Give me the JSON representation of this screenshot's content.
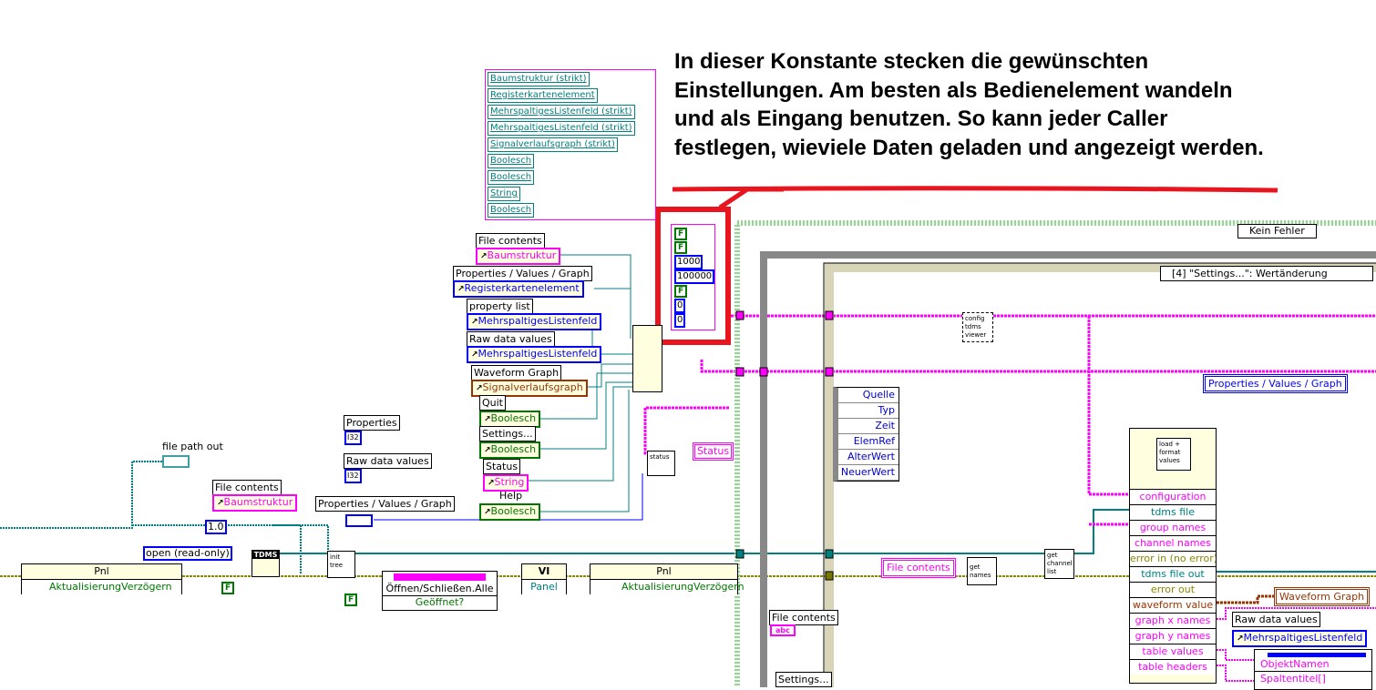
{
  "annotation": "In dieser Konstante stecken die gewünschten Einstellungen. Am besten als Bedienelement wandeln und als Eingang benutzen. So kann jeder Caller festlegen, wieviele Daten geladen und angezeigt werden.",
  "ref_array": [
    "Baumstruktur (strikt)",
    "Registerkartenelement",
    "MehrspaltigesListenfeld (strikt)",
    "MehrspaltigesListenfeld (strikt)",
    "Signalverlaufsgraph (strikt)",
    "Boolesch",
    "Boolesch",
    "String",
    "Boolesch"
  ],
  "config_constant": {
    "bool1": "F",
    "bool2": "F",
    "num1": "1000",
    "num2": "100000",
    "bool3": "F",
    "num3": "0",
    "num4": "0"
  },
  "refs": [
    {
      "label": "File contents",
      "type": "Baumstruktur"
    },
    {
      "label": "Properties / Values / Graph",
      "type": "Registerkartenelement"
    },
    {
      "label": "property list",
      "type": "MehrspaltigesListenfeld"
    },
    {
      "label": "Raw data values",
      "type": "MehrspaltigesListenfeld"
    },
    {
      "label": "Waveform Graph",
      "type": "Signalverlaufsgraph"
    },
    {
      "label": "Quit",
      "type": "Boolesch"
    },
    {
      "label": "Settings...",
      "type": "Boolesch"
    },
    {
      "label": "Status",
      "type": "String"
    },
    {
      "label": "Help",
      "type": "Boolesch"
    }
  ],
  "locals": {
    "properties": "Properties",
    "properties_type": "I32",
    "raw": "Raw data values",
    "raw_type": "I32",
    "pvg": "Properties / Values / Graph"
  },
  "left": {
    "file_path_out": "file path out",
    "file_contents": "File contents",
    "file_contents_type": "Baumstruktur",
    "version": "1.0",
    "open_mode": "open (read-only)",
    "tdms": "TDMS",
    "init_tree": "init tree",
    "pnl": "Pnl",
    "pnl_prop": "AktualisierungVerzögern",
    "bool_f": "F",
    "open_close": "Öffnen/Schließen.Alle",
    "opened": "Geöffnet?",
    "vi": "VI",
    "panel": "Panel",
    "pnl2": "Pnl",
    "pnl2_prop": "AktualisierungVerzögern",
    "status_node": "status",
    "status_ind": "Status"
  },
  "case_selector": "Kein Fehler",
  "event_selector": "[4] \"Settings...\": Wertänderung",
  "config_node": "config tdms viewer",
  "event_data": [
    "Quelle",
    "Typ",
    "Zeit",
    "ElemRef",
    "AlterWert",
    "NeuerWert"
  ],
  "pvg_indicator": "Properties / Values / Graph",
  "file_contents_local": "File contents",
  "file_contents_local_type": "abc",
  "file_contents_ind": "File contents",
  "get_names": "get names",
  "get_channel_list": "get channel list",
  "settings_label": "Settings...",
  "load_format": {
    "title": "load + format values",
    "terminals": [
      "configuration",
      "tdms file",
      "group names",
      "channel names",
      "error in (no error)",
      "tdms file out",
      "error out",
      "waveform value",
      "graph x names",
      "graph y names",
      "table values",
      "table headers"
    ]
  },
  "waveform_graph": "Waveform Graph",
  "mehrspaltig": "MehrspaltigesListenfeld",
  "raw_data": "Raw data values",
  "objekt_namen": "ObjektNamen",
  "spaltentitel": "Spaltentitel[]"
}
